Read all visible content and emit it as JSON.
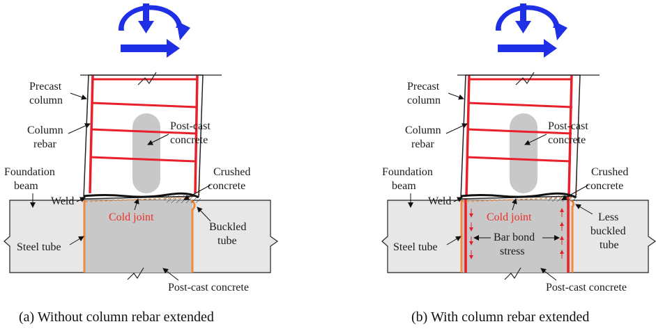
{
  "colors": {
    "rebar": "#e8202a",
    "tube": "#f08a3c",
    "arrow": "#1f2fe6",
    "concrete_light": "#e7e7e7",
    "concrete_dark": "#c8c8c8",
    "cold_joint": "#e8312a"
  },
  "icons": [
    "load-moment-arrow-icon",
    "break-line-icon",
    "leader-arrow-icon"
  ],
  "panel_a": {
    "caption": "(a) Without column rebar extended",
    "labels": {
      "precast_column_1": "Precast",
      "precast_column_2": "column",
      "column_rebar_1": "Column",
      "column_rebar_2": "rebar",
      "foundation_beam_1": "Foundation",
      "foundation_beam_2": "beam",
      "weld": "Weld",
      "cold_joint": "Cold joint",
      "steel_tube": "Steel tube",
      "post_cast_1": "Post-cast",
      "post_cast_2": "concrete",
      "crushed_1": "Crushed",
      "crushed_2": "concrete",
      "buckled_1": "Buckled",
      "buckled_2": "tube",
      "post_cast_bottom": "Post-cast concrete"
    }
  },
  "panel_b": {
    "caption": "(b) With column rebar extended",
    "labels": {
      "precast_column_1": "Precast",
      "precast_column_2": "column",
      "column_rebar_1": "Column",
      "column_rebar_2": "rebar",
      "foundation_beam_1": "Foundation",
      "foundation_beam_2": "beam",
      "weld": "Weld",
      "cold_joint": "Cold joint",
      "steel_tube": "Steel tube",
      "post_cast_1": "Post-cast",
      "post_cast_2": "concrete",
      "crushed_1": "Crushed",
      "crushed_2": "concrete",
      "less_buckled_1": "Less",
      "less_buckled_2": "buckled",
      "less_buckled_3": "tube",
      "bar_bond_1": "Bar bond",
      "bar_bond_2": "stress",
      "post_cast_bottom": "Post-cast concrete"
    }
  }
}
